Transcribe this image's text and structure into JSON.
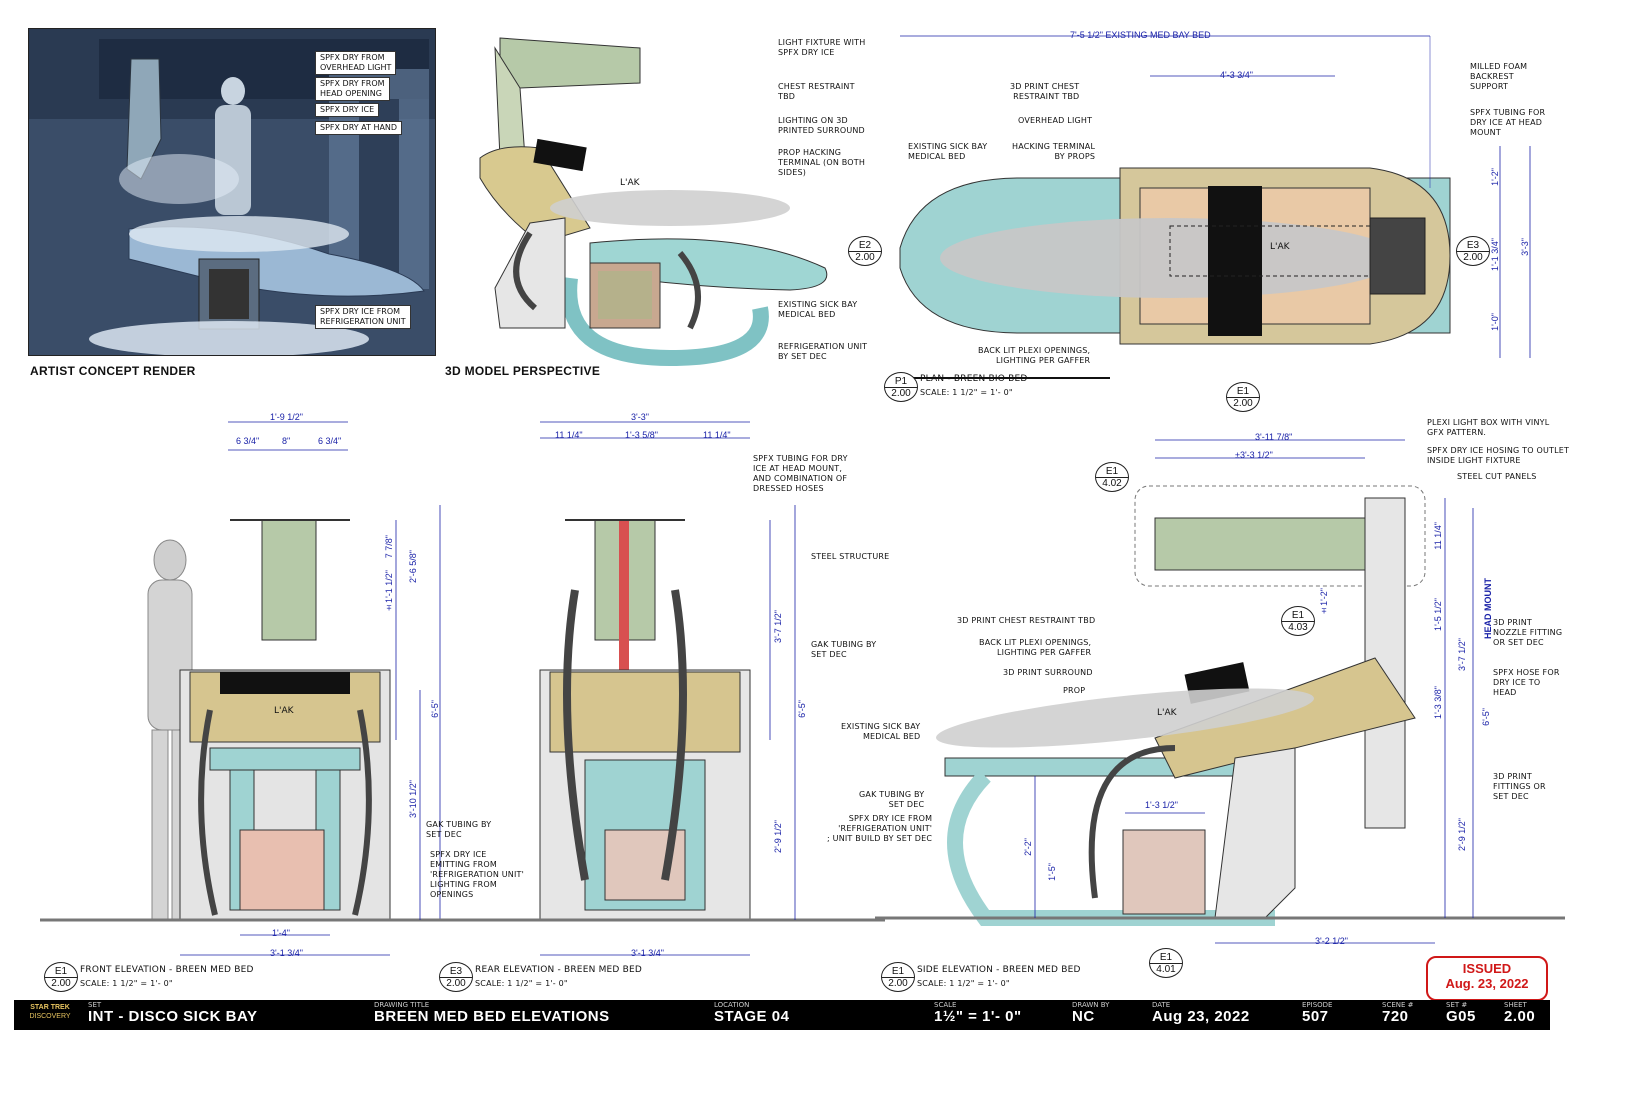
{
  "panels": {
    "concept_title": "ARTIST CONCEPT RENDER",
    "model_title": "3D MODEL PERSPECTIVE"
  },
  "concept_callouts": [
    "SPFX DRY FROM\nOVERHEAD LIGHT",
    "SPFX DRY FROM\nHEAD OPENING",
    "SPFX DRY ICE",
    "SPFX DRY AT HAND",
    "SPFX DRY ICE FROM\nREFRIGERATION UNIT"
  ],
  "model_callouts": [
    "LIGHT FIXTURE WITH\nSPFX DRY ICE",
    "CHEST RESTRAINT\nTBD",
    "LIGHTING ON 3D\nPRINTED SURROUND",
    "PROP HACKING\nTERMINAL (ON BOTH\nSIDES)",
    "EXISTING SICK BAY\nMEDICAL BED",
    "REFRIGERATION UNIT\nBY SET DEC"
  ],
  "character_label": "L'AK",
  "plan": {
    "overall_dim": "7'-5 1/2\" EXISTING MED BAY BED",
    "inner_dim": "4'-3 3/4\"",
    "dims_right": [
      "1'-2\"",
      "1'-1 3/4\"",
      "1'-0\"",
      "3'-3\""
    ],
    "callouts_left": [
      "3D PRINT CHEST\nRESTRAINT TBD",
      "OVERHEAD LIGHT",
      "EXISTING SICK BAY\nMEDICAL BED",
      "HACKING TERMINAL\nBY PROPS",
      "BACK LIT PLEXI OPENINGS,\nLIGHTING PER GAFFER"
    ],
    "callouts_right": [
      "MILLED FOAM\nBACKREST\nSUPPORT",
      "SPFX TUBING FOR\nDRY ICE AT HEAD\nMOUNT"
    ],
    "title_num": "P1",
    "title_sheet": "2.00",
    "title": "PLAN - BREEN BIO BED",
    "scale": "SCALE: 1 1/2\" = 1'- 0\""
  },
  "refs": {
    "e2": {
      "top": "E2",
      "bottom": "2.00"
    },
    "e3": {
      "top": "E3",
      "bottom": "2.00"
    },
    "e1_plan": {
      "top": "E1",
      "bottom": "2.00"
    },
    "e1_402": {
      "top": "E1",
      "bottom": "4.02"
    },
    "e1_403": {
      "top": "E1",
      "bottom": "4.03"
    },
    "e1_401": {
      "top": "E1",
      "bottom": "4.01"
    }
  },
  "front": {
    "dims_top": [
      "1'-9 1/2\"",
      "6 3/4\"",
      "8\"",
      "6 3/4\""
    ],
    "dims_v": [
      "7 7/8\"",
      "±1'-1 1/2\"",
      "2'-6 5/8\"",
      "6'-5\"",
      "3'-10 1/2\""
    ],
    "dims_bottom": [
      "1'-4\"",
      "3'-1 3/4\""
    ],
    "callouts": [
      "GAK TUBING BY\nSET DEC",
      "SPFX DRY ICE\nEMITTING FROM\n'REFRIGERATION UNIT'\nLIGHTING FROM\nOPENINGS"
    ],
    "title_num": "E1",
    "title_sheet": "2.00",
    "title": "FRONT ELEVATION - BREEN MED BED",
    "scale": "SCALE: 1 1/2\" = 1'- 0\""
  },
  "rear": {
    "dims_top": [
      "3'-3\"",
      "11 1/4\"",
      "1'-3 5/8\"",
      "11 1/4\""
    ],
    "dims_v": [
      "3'-7 1/2\"",
      "6'-5\"",
      "2'-9 1/2\""
    ],
    "dims_bottom": [
      "3'-1 3/4\""
    ],
    "callouts": [
      "SPFX TUBING FOR DRY\nICE AT HEAD MOUNT,\nAND COMBINATION OF\nDRESSED HOSES",
      "STEEL STRUCTURE",
      "GAK TUBING BY\nSET DEC"
    ],
    "title_num": "E3",
    "title_sheet": "2.00",
    "title": "REAR ELEVATION - BREEN MED BED",
    "scale": "SCALE: 1 1/2\" = 1'- 0\""
  },
  "side": {
    "dims_top": [
      "3'-11 7/8\"",
      "±3'-3 1/2\""
    ],
    "dims_v": [
      "11 1/4\"",
      "±1'-2\"",
      "1'-5 1/2\"",
      "3'-7 1/2\"",
      "1'-3 3/8\"",
      "6'-5\"",
      "2'-9 1/2\"",
      "2'-2\"",
      "1'-5\""
    ],
    "dims_bottom": [
      "1'-3 1/2\"",
      "3'-2 1/2\""
    ],
    "head_mount": "HEAD MOUNT",
    "callouts_left": [
      "3D PRINT CHEST RESTRAINT TBD",
      "BACK LIT PLEXI OPENINGS,\nLIGHTING PER GAFFER",
      "3D PRINT SURROUND",
      "PROP",
      "EXISTING SICK BAY\nMEDICAL BED",
      "GAK TUBING BY\nSET DEC",
      "SPFX DRY ICE FROM\n'REFRIGERATION UNIT'\n; UNIT BUILD BY SET DEC"
    ],
    "callouts_right": [
      "PLEXI LIGHT BOX WITH VINYL\nGFX PATTERN.",
      "SPFX DRY ICE HOSING TO OUTLET\nINSIDE LIGHT FIXTURE",
      "STEEL CUT PANELS",
      "3D PRINT\nNOZZLE FITTING\nOR SET DEC",
      "SPFX HOSE FOR\nDRY ICE TO\nHEAD",
      "3D PRINT\nFITTINGS OR\nSET DEC"
    ],
    "title_num": "E1",
    "title_sheet": "2.00",
    "title": "SIDE ELEVATION - BREEN MED BED",
    "scale": "SCALE: 1 1/2\" = 1'- 0\""
  },
  "stamp": {
    "line1": "ISSUED",
    "line2": "Aug. 23, 2022"
  },
  "title_block": {
    "logo_line1": "STAR TREK",
    "logo_line2": "DISCOVERY",
    "set_label": "SET",
    "set": "INT - DISCO SICK BAY",
    "drawing_label": "DRAWING TITLE",
    "drawing": "BREEN MED BED ELEVATIONS",
    "location_label": "LOCATION",
    "location": "STAGE 04",
    "scale_label": "SCALE",
    "scale": "1½\" = 1'- 0\"",
    "drawn_label": "DRAWN BY",
    "drawn": "NC",
    "date_label": "DATE",
    "date": "Aug 23, 2022",
    "episode_label": "EPISODE",
    "episode": "507",
    "scene_label": "SCENE #",
    "scene": "720",
    "set_no_label": "SET #",
    "set_no": "G05",
    "sheet_label": "SHEET",
    "sheet": "2.00"
  },
  "colors": {
    "dimension": "#1a22a8",
    "bed_teal": "#8ecfcf",
    "khaki": "#c9b98a",
    "tower_green": "#b6c9a8",
    "stamp_red": "#d01818"
  }
}
